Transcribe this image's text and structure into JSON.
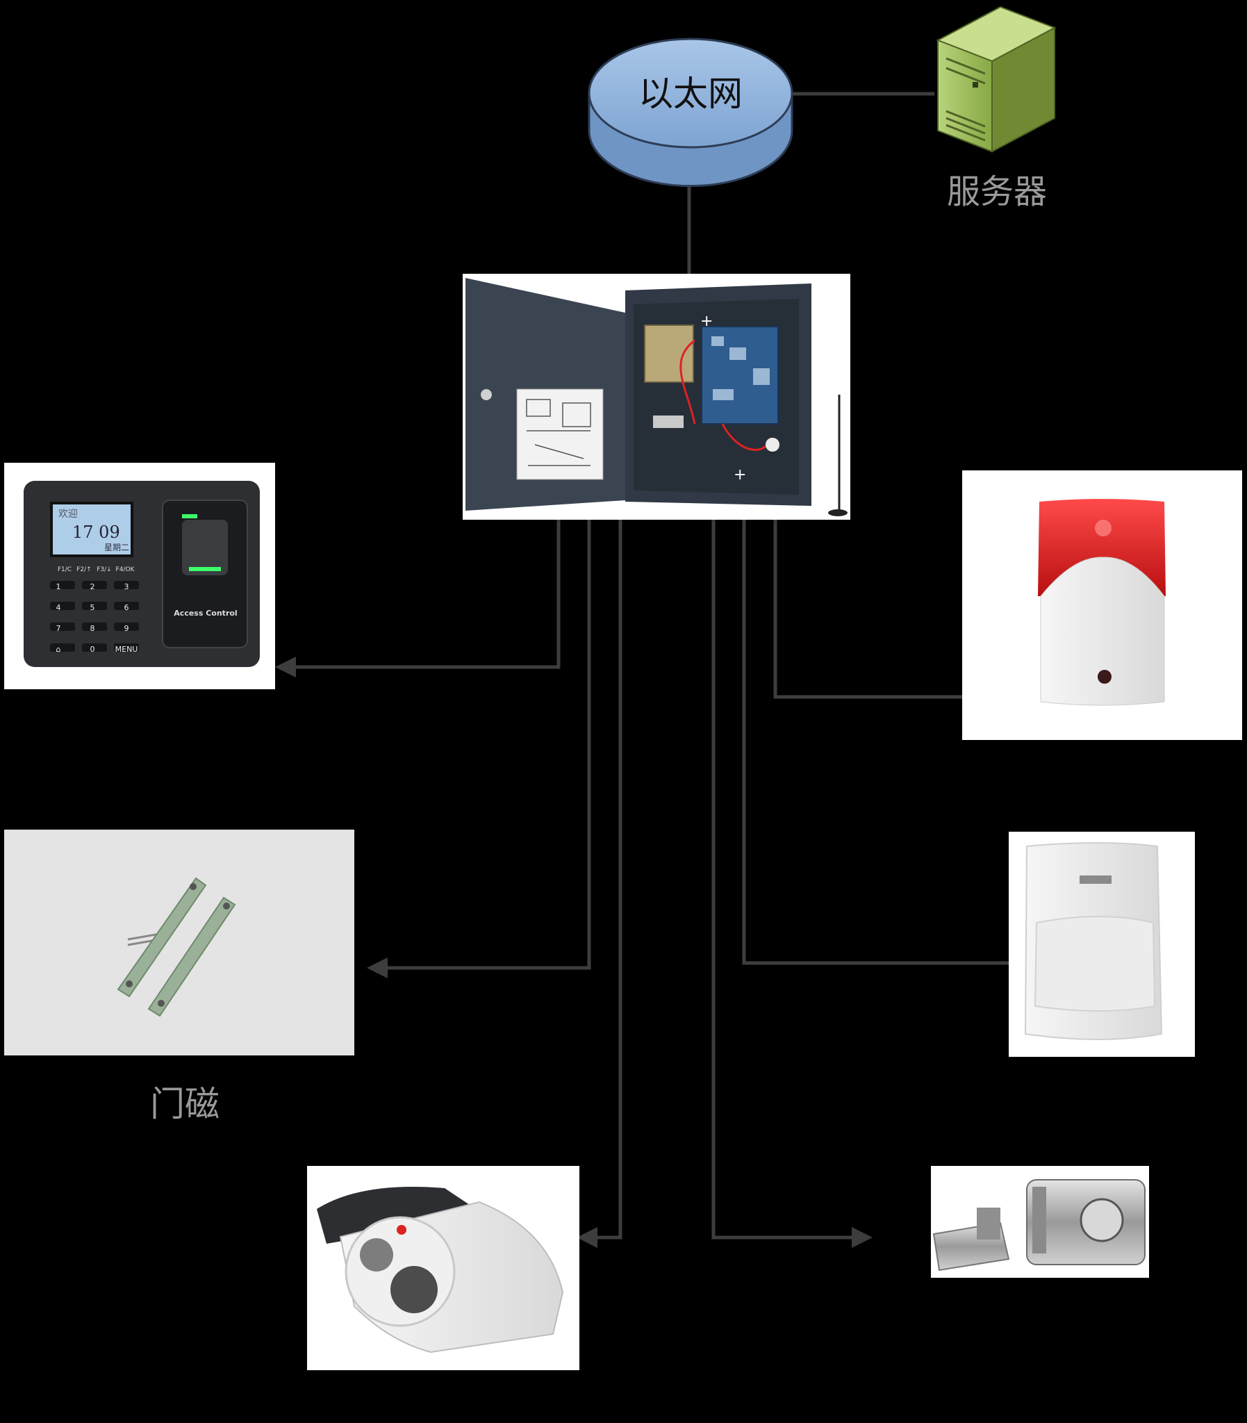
{
  "nodes": {
    "network": {
      "label": "以太网"
    },
    "server": {
      "label": "服务器"
    },
    "door_sensor": {
      "label": "门磁"
    },
    "access_terminal": {
      "screen_top": "欢迎",
      "screen_time": "17 09",
      "screen_sub": "星期二",
      "fkeys": [
        "F1/C",
        "F2/↑",
        "F3/↓",
        "F4/OK"
      ],
      "keys": [
        "1",
        "2",
        "3",
        "4",
        "5",
        "6",
        "7",
        "8",
        "9",
        "⌂",
        "0",
        "MENU"
      ],
      "brand": "Access Control"
    }
  },
  "colors": {
    "background": "#000000",
    "connector": "#3d3d3d",
    "network_fill": "#8fb3dc",
    "network_side": "#6f95c4",
    "server_body": "#9dbb5a",
    "siren_red": "#d81f1f"
  }
}
